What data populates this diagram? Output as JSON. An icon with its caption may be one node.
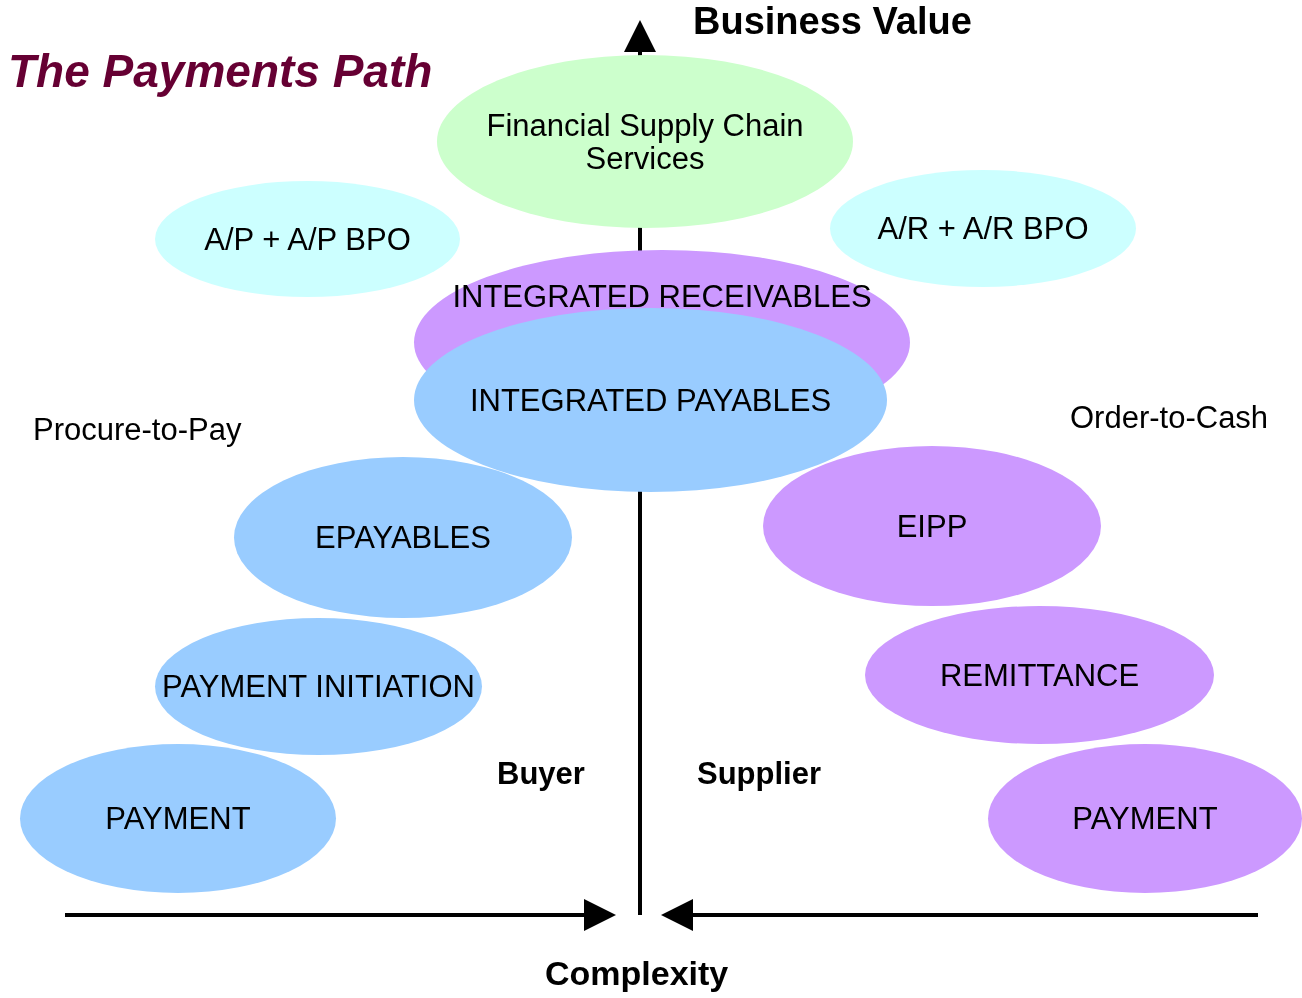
{
  "diagram": {
    "title": "The Payments Path",
    "nodes": [
      {
        "text": [
          "Financial Supply Chain Services"
        ]
      },
      {
        "text": [
          "A/P + A/P BPO"
        ]
      },
      {
        "text": [
          "A/R + A/R BPO"
        ]
      },
      {
        "text": [
          "INTEGRATED RECEIVABLES"
        ]
      },
      {
        "text": [
          "INTEGRATED PAYABLES"
        ]
      },
      {
        "text": [
          "EPAYABLES"
        ]
      },
      {
        "text": [
          "EIPP"
        ]
      },
      {
        "text": [
          "PAYMENT INITIATION"
        ]
      },
      {
        "text": [
          "REMITTANCE"
        ]
      },
      {
        "text": [
          "PAYMENT"
        ]
      },
      {
        "text": [
          "PAYMENT"
        ]
      }
    ],
    "edges": [],
    "labels": [
      "Business Value",
      "Procure-to-Pay",
      "Order-to-Cash",
      "Buyer",
      "Supplier",
      "Complexity"
    ]
  }
}
